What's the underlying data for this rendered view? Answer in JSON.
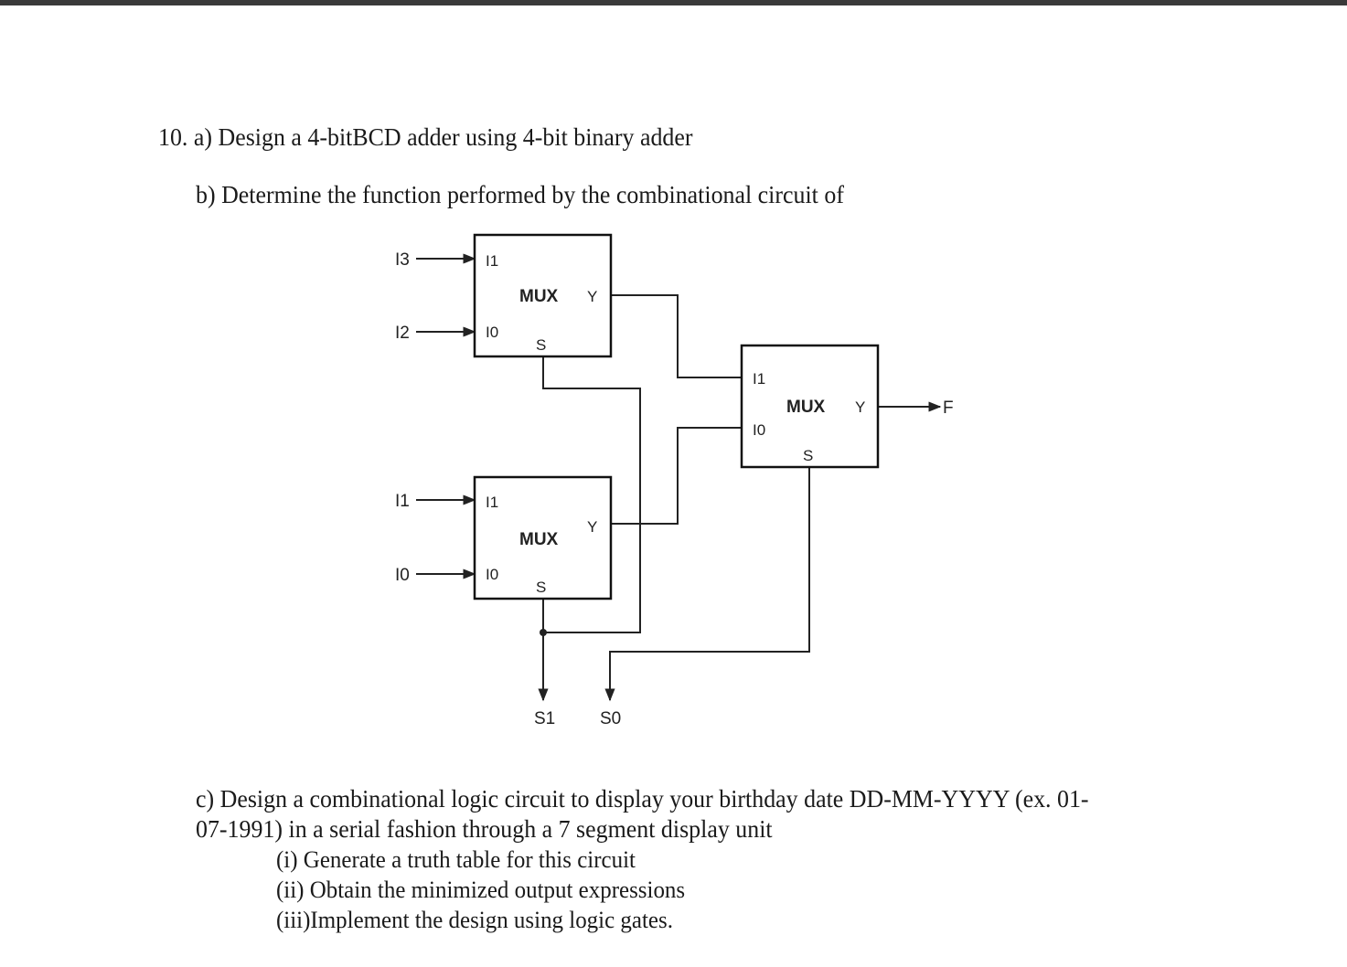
{
  "question": {
    "part_a": "10. a) Design a 4-bitBCD adder using 4-bit binary adder",
    "part_b": "b) Determine the function performed by the combinational circuit of",
    "part_c_line1": "c) Design a combinational logic circuit to display your birthday date DD-MM-YYYY (ex. 01-",
    "part_c_line2": "07-1991) in a serial fashion through a 7 segment display unit",
    "part_c_items": [
      "(i)  Generate a truth table for this circuit",
      "(ii) Obtain the minimized output expressions",
      "(iii)Implement the design using logic gates."
    ]
  },
  "diagram": {
    "mux_label": "MUX",
    "pin_i1": "I1",
    "pin_i0": "I0",
    "pin_y": "Y",
    "pin_s": "S",
    "inputs": {
      "i3": "I3",
      "i2": "I2",
      "i1": "I1",
      "i0": "I0"
    },
    "output": "F",
    "selects": {
      "s1": "S1",
      "s0": "S0"
    }
  }
}
